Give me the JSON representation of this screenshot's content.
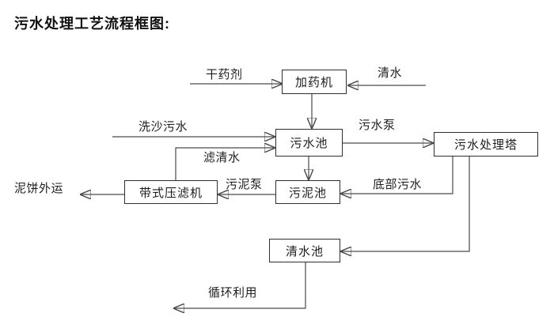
{
  "title": "污水处理工艺流程框图:",
  "nodes": {
    "dosing_machine": "加药机",
    "sewage_pool": "污水池",
    "sewage_treatment_tower": "污水处理塔",
    "sludge_pool": "污泥池",
    "belt_filter_press": "带式压滤机",
    "clean_water_pool": "清水池"
  },
  "flow_labels": {
    "dry_chemical": "干药剂",
    "clean_water": "清水",
    "sand_washing_sewage": "洗沙污水",
    "filtered_water": "滤清水",
    "sewage_pump": "污水泵",
    "sludge_pump": "污泥泵",
    "bottom_sewage": "底部污水",
    "mud_cake_outbound": "泥饼外运",
    "recycling_use": "循环利用"
  },
  "colors": {
    "background": "#ffffff",
    "line": "#4a4a4a",
    "arrow": "#1a1a1a",
    "text": "#1c1c1c"
  }
}
